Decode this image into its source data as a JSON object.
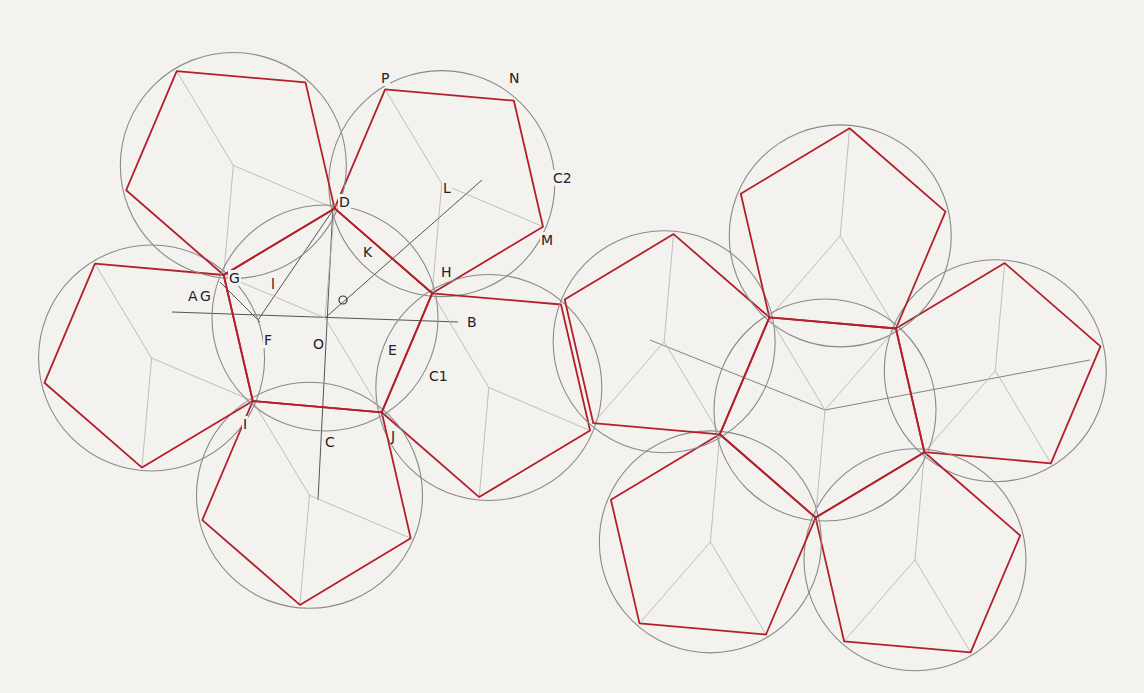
{
  "diagram": {
    "labels": [
      "P",
      "N",
      "C2",
      "D",
      "L",
      "M",
      "K",
      "H",
      "G",
      "A",
      "G",
      "l",
      "F",
      "O",
      "E",
      "B",
      "C1",
      "I",
      "C",
      "J"
    ]
  }
}
